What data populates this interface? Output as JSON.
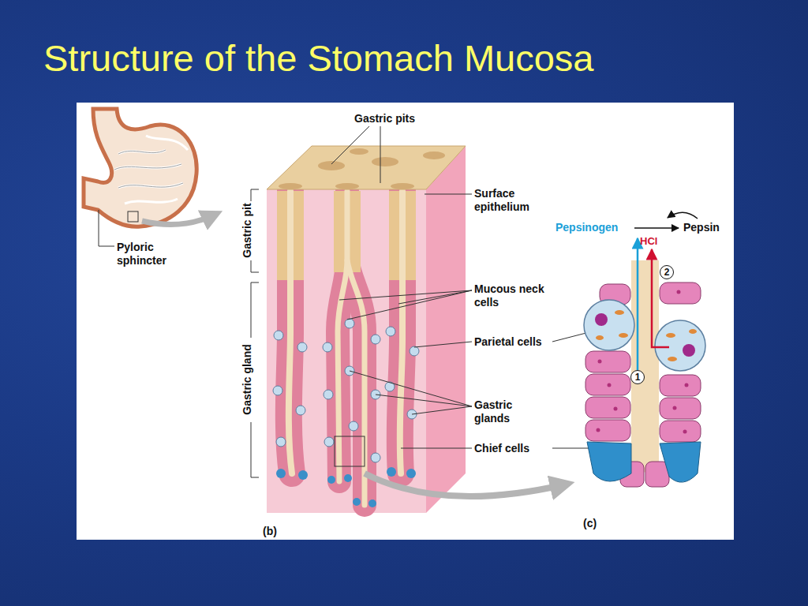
{
  "diagram": {
    "title": "Structure of the Stomach Mucosa",
    "nodes": [
      {
        "text": [
          "2"
        ]
      },
      {
        "text": [
          "1"
        ]
      }
    ],
    "labels": [
      "Gastric pits",
      "Surface epithelium",
      "Pepsinogen",
      "Pepsin",
      "HCl",
      "Pyloric sphincter",
      "Gastric pit",
      "Mucous neck cells",
      "Parietal cells",
      "Gastric gland",
      "Gastric glands",
      "Chief cells",
      "(b)",
      "(c)"
    ]
  }
}
